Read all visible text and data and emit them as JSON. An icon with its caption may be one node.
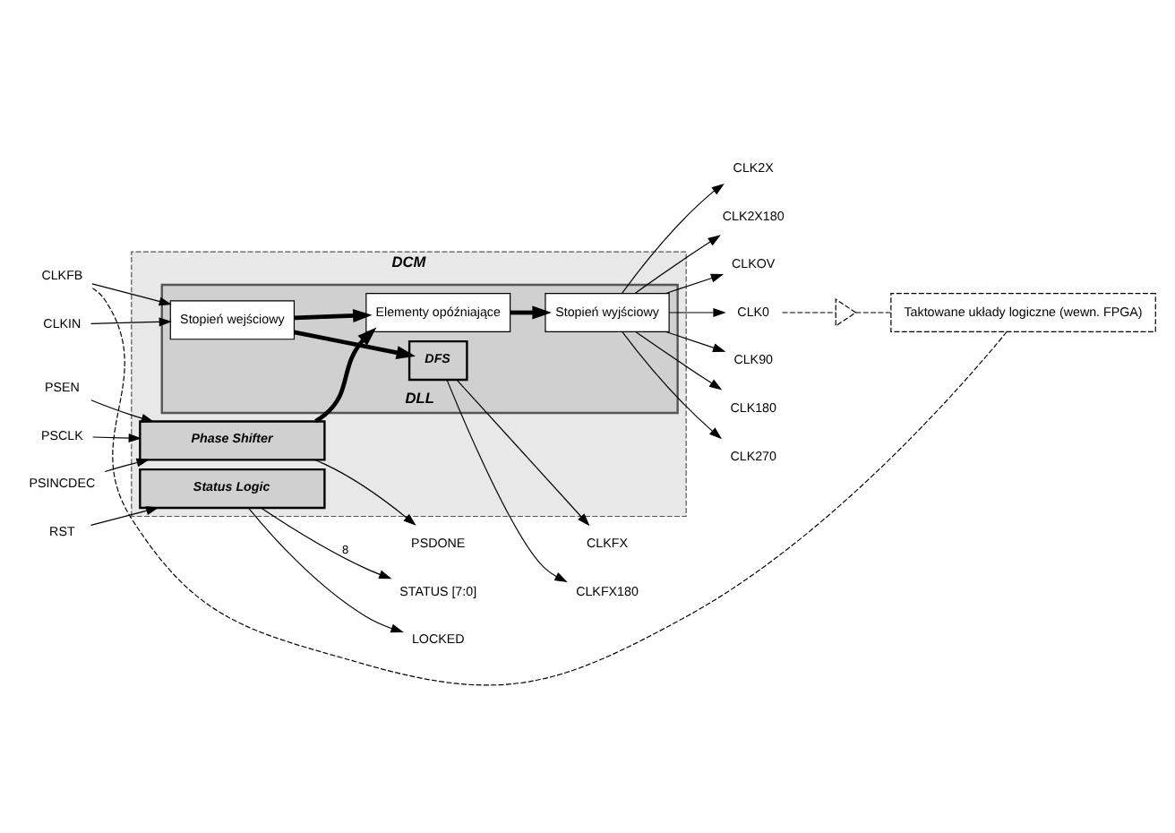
{
  "diagram": {
    "nodes": [
      {
        "text": [
          "DCM"
        ]
      },
      {
        "text": [
          "Phase Shifter"
        ],
        "in": 0
      },
      {
        "text": [
          "DLL"
        ],
        "in": 0
      },
      {
        "text": [
          "Stopień wejściowy"
        ],
        "in": 2
      },
      {
        "text": [
          "Elementy opóźniające"
        ],
        "in": 2
      },
      {
        "text": [
          "Stopień wyjściowy"
        ],
        "in": 2
      },
      {
        "text": [
          "DFS"
        ],
        "in": 2
      },
      {
        "text": [
          "Status Logic"
        ],
        "in": 0
      },
      {
        "text": [
          "PSINCDEC"
        ]
      },
      {
        "text": [
          "PSEN"
        ]
      },
      {
        "text": [
          "PSCLK"
        ]
      },
      {
        "text": [
          "CLKIN"
        ]
      },
      {
        "text": [
          "CLKFB"
        ]
      },
      {
        "text": [
          "RST"
        ]
      },
      {
        "text": [
          "PSDONE"
        ]
      },
      {
        "text": [
          "CLK0"
        ]
      },
      {
        "text": [
          "CLK90"
        ]
      },
      {
        "text": [
          "CLK180"
        ]
      },
      {
        "text": [
          "CLK270"
        ]
      },
      {
        "text": [
          "CLK2X"
        ]
      },
      {
        "text": [
          "CLK2X180"
        ]
      },
      {
        "text": [
          "CLKOV"
        ]
      },
      {
        "text": [
          "CLKFX"
        ]
      },
      {
        "text": [
          "CLKFX180"
        ]
      },
      {
        "text": [
          "LOCKED"
        ]
      },
      {
        "text": [
          "STATUS [7:0]"
        ]
      },
      {
        "text": [],
        "shape": "triangle"
      },
      {
        "text": [
          "Taktowane układy logiczne (wewn. FPGA)"
        ]
      }
    ],
    "edges": [
      {
        "from": 8,
        "to": 1,
        "arrow": "to"
      },
      {
        "from": 9,
        "to": 1,
        "arrow": "to"
      },
      {
        "from": 10,
        "to": 1,
        "arrow": "to"
      },
      {
        "from": 1,
        "to": 14,
        "arrow": "to"
      },
      {
        "from": 11,
        "to": 3,
        "arrow": "to"
      },
      {
        "from": 12,
        "to": 3,
        "arrow": "to"
      },
      {
        "from": 1,
        "to": 4,
        "arrow": "to",
        "style": "thick"
      },
      {
        "from": 3,
        "to": 4,
        "arrow": "to",
        "style": "thick"
      },
      {
        "from": 4,
        "to": 5,
        "arrow": "to",
        "style": "thick"
      },
      {
        "from": 3,
        "to": 6,
        "arrow": "to",
        "style": "thick"
      },
      {
        "from": 5,
        "to": 15,
        "arrow": "to"
      },
      {
        "from": 5,
        "to": 16,
        "arrow": "to"
      },
      {
        "from": 5,
        "to": 17,
        "arrow": "to"
      },
      {
        "from": 5,
        "to": 18,
        "arrow": "to"
      },
      {
        "from": 5,
        "to": 19,
        "arrow": "to"
      },
      {
        "from": 5,
        "to": 20,
        "arrow": "to"
      },
      {
        "from": 5,
        "to": 21,
        "arrow": "to"
      },
      {
        "from": 6,
        "to": 22,
        "arrow": "to"
      },
      {
        "from": 6,
        "to": 23,
        "arrow": "to"
      },
      {
        "from": 13,
        "to": 7,
        "arrow": "to"
      },
      {
        "from": 7,
        "to": 24,
        "arrow": "to"
      },
      {
        "from": 7,
        "to": 25,
        "arrow": "to",
        "label": "8"
      },
      {
        "from": 15,
        "to": 26,
        "arrow": "none",
        "style": "dashed"
      },
      {
        "from": 26,
        "to": 27,
        "arrow": "none",
        "style": "dashed"
      },
      {
        "from": 27,
        "to": 12,
        "arrow": "none",
        "style": "dashed"
      }
    ]
  }
}
